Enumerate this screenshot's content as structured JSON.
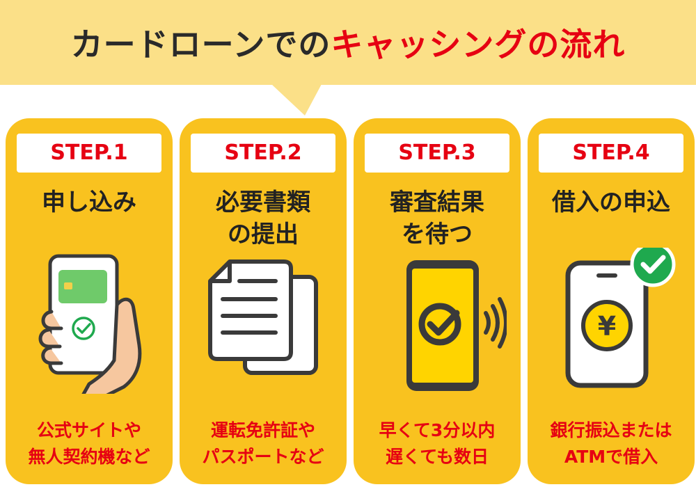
{
  "header": {
    "title_part1": "カードローンでの",
    "title_accent": "キャッシングの流れ"
  },
  "colors": {
    "banner": "#fbe088",
    "card": "#f9c21f",
    "accent_red": "#e60012",
    "check_green": "#1fa94e"
  },
  "steps": [
    {
      "label": "STEP.1",
      "title": "申し込み",
      "icon": "smartphone-in-hand-with-check-icon",
      "description": "公式サイトや\n無人契約機など"
    },
    {
      "label": "STEP.2",
      "title": "必要書類\nの提出",
      "icon": "documents-icon",
      "description": "運転免許証や\nパスポートなど"
    },
    {
      "label": "STEP.3",
      "title": "審査結果\nを待つ",
      "icon": "phone-check-notification-icon",
      "description": "早くて3分以内\n遅くても数日"
    },
    {
      "label": "STEP.4",
      "title": "借入の申込",
      "icon": "phone-yen-coin-check-icon",
      "description": "銀行振込または\nATMで借入"
    }
  ]
}
